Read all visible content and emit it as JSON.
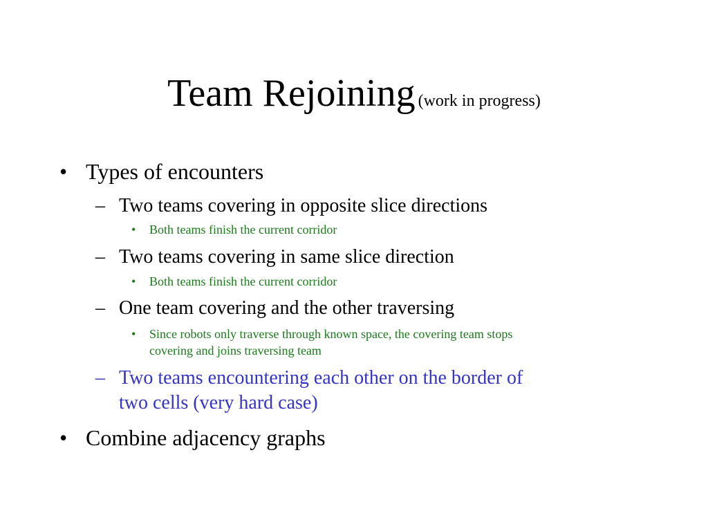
{
  "slide": {
    "title": "Team Rejoining",
    "title_note": "(work in progress)",
    "bullet_marker": "•",
    "dash_marker": "–",
    "items": [
      {
        "text": "Types of encounters"
      },
      {
        "text": "Two teams covering in opposite slice directions"
      },
      {
        "text": "Both teams finish the current corridor"
      },
      {
        "text": "Two teams covering in same slice direction"
      },
      {
        "text": "Both teams finish the current corridor"
      },
      {
        "text": "One team covering and the other traversing"
      },
      {
        "text_line1": "Since robots only traverse through known space, the covering team stops",
        "text_line2": "covering and joins traversing team"
      },
      {
        "text_line1": "Two teams encountering each other on the border of",
        "text_line2": "two cells (very hard case)"
      },
      {
        "text": "Combine adjacency graphs"
      }
    ]
  },
  "colors": {
    "background": "#ffffff",
    "text": "#000000",
    "level3_text": "#1a7a1a",
    "highlight_text": "#3333cc"
  }
}
